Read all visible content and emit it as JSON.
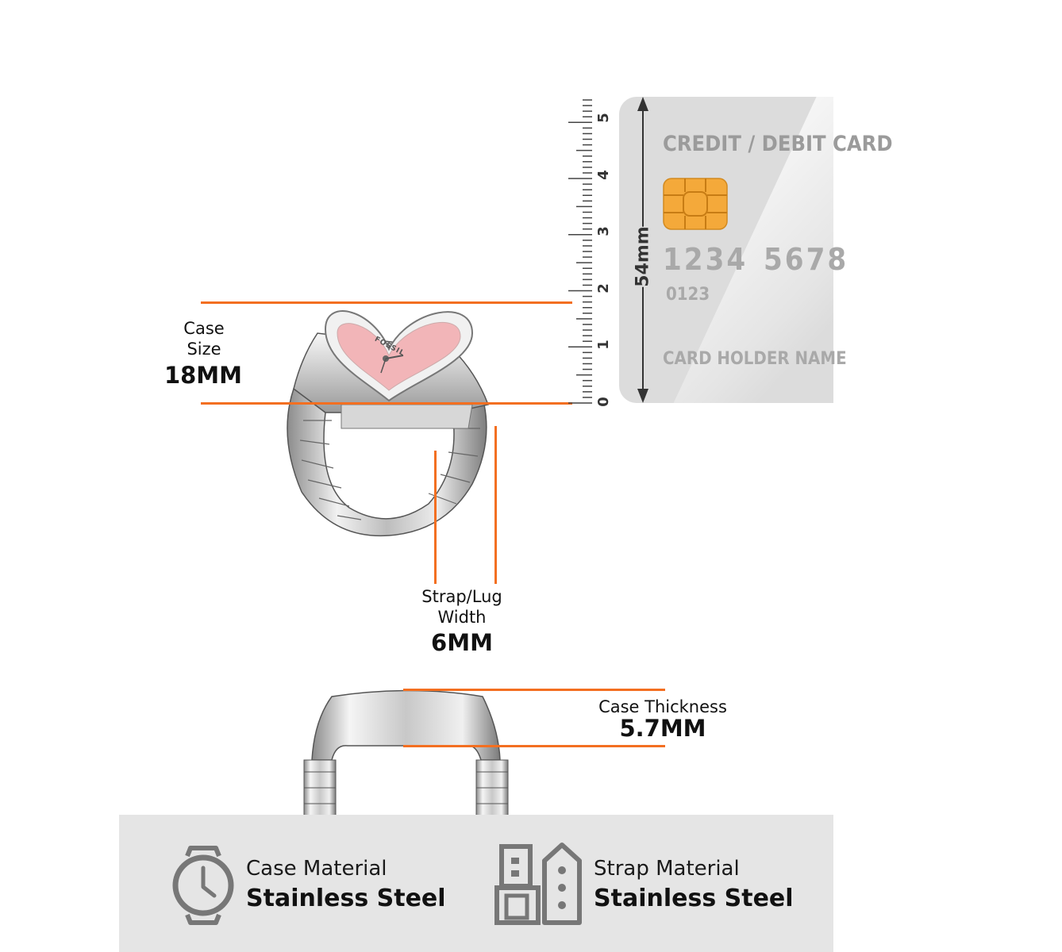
{
  "case_size": {
    "label_line1": "Case",
    "label_line2": "Size",
    "value": "18MM"
  },
  "strap_lug_width": {
    "label_line1": "Strap/Lug",
    "label_line2": "Width",
    "value": "6MM"
  },
  "case_thickness": {
    "label": "Case Thickness",
    "value": "5.7MM"
  },
  "ruler": {
    "ticks": [
      "0",
      "1",
      "2",
      "3",
      "4",
      "5"
    ]
  },
  "card": {
    "title": "CREDIT / DEBIT CARD",
    "number_group1": "1234",
    "number_group2": "5678",
    "small_number": "0123",
    "holder": "CARD HOLDER NAME",
    "dimension": "54mm"
  },
  "watch_dial_brand": "FOSSIL",
  "features": [
    {
      "icon": "watch-icon",
      "label": "Case Material",
      "value": "Stainless Steel"
    },
    {
      "icon": "strap-icon",
      "label": "Strap Material",
      "value": "Stainless Steel"
    }
  ],
  "colors": {
    "accent": "#f36f21",
    "panel": "#e5e5e5",
    "card": "#dcdcdc",
    "dial": "#f2b5b8",
    "chip": "#f4a93a"
  }
}
